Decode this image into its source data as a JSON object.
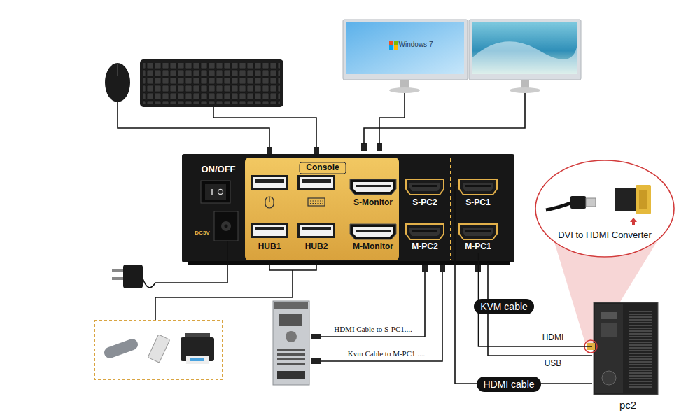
{
  "diagram": {
    "nodes": [
      {
        "text": [
          "ON/OFF",
          "DC5V"
        ]
      },
      {
        "text": [
          "Console"
        ],
        "in": 0
      },
      {
        "text": [
          "S-Monitor"
        ],
        "in": 1
      },
      {
        "text": [
          "HUB1"
        ],
        "in": 1
      },
      {
        "text": [
          "HUB2"
        ],
        "in": 1
      },
      {
        "text": [
          "M-Monitor"
        ],
        "in": 1
      },
      {
        "text": [
          "S-PC2"
        ],
        "in": 0
      },
      {
        "text": [
          "S-PC1"
        ],
        "in": 0
      },
      {
        "text": [
          "M-PC2"
        ],
        "in": 0
      },
      {
        "text": [
          "M-PC1"
        ],
        "in": 0
      },
      {
        "text": [
          "DVI to HDMI Converter"
        ]
      },
      {
        "text": [
          "pc2"
        ]
      }
    ],
    "edges": [
      {
        "from": 7,
        "to": 11,
        "arrow": "none",
        "label": "HDMI cable"
      },
      {
        "from": 9,
        "to": 11,
        "arrow": "none",
        "label": "KVM cable"
      }
    ],
    "labels": [
      "Windows 7",
      "HDMI Cable to S-PC1....",
      "Kvm Cable to M-PC1 ....",
      "HDMI",
      "USB"
    ]
  }
}
